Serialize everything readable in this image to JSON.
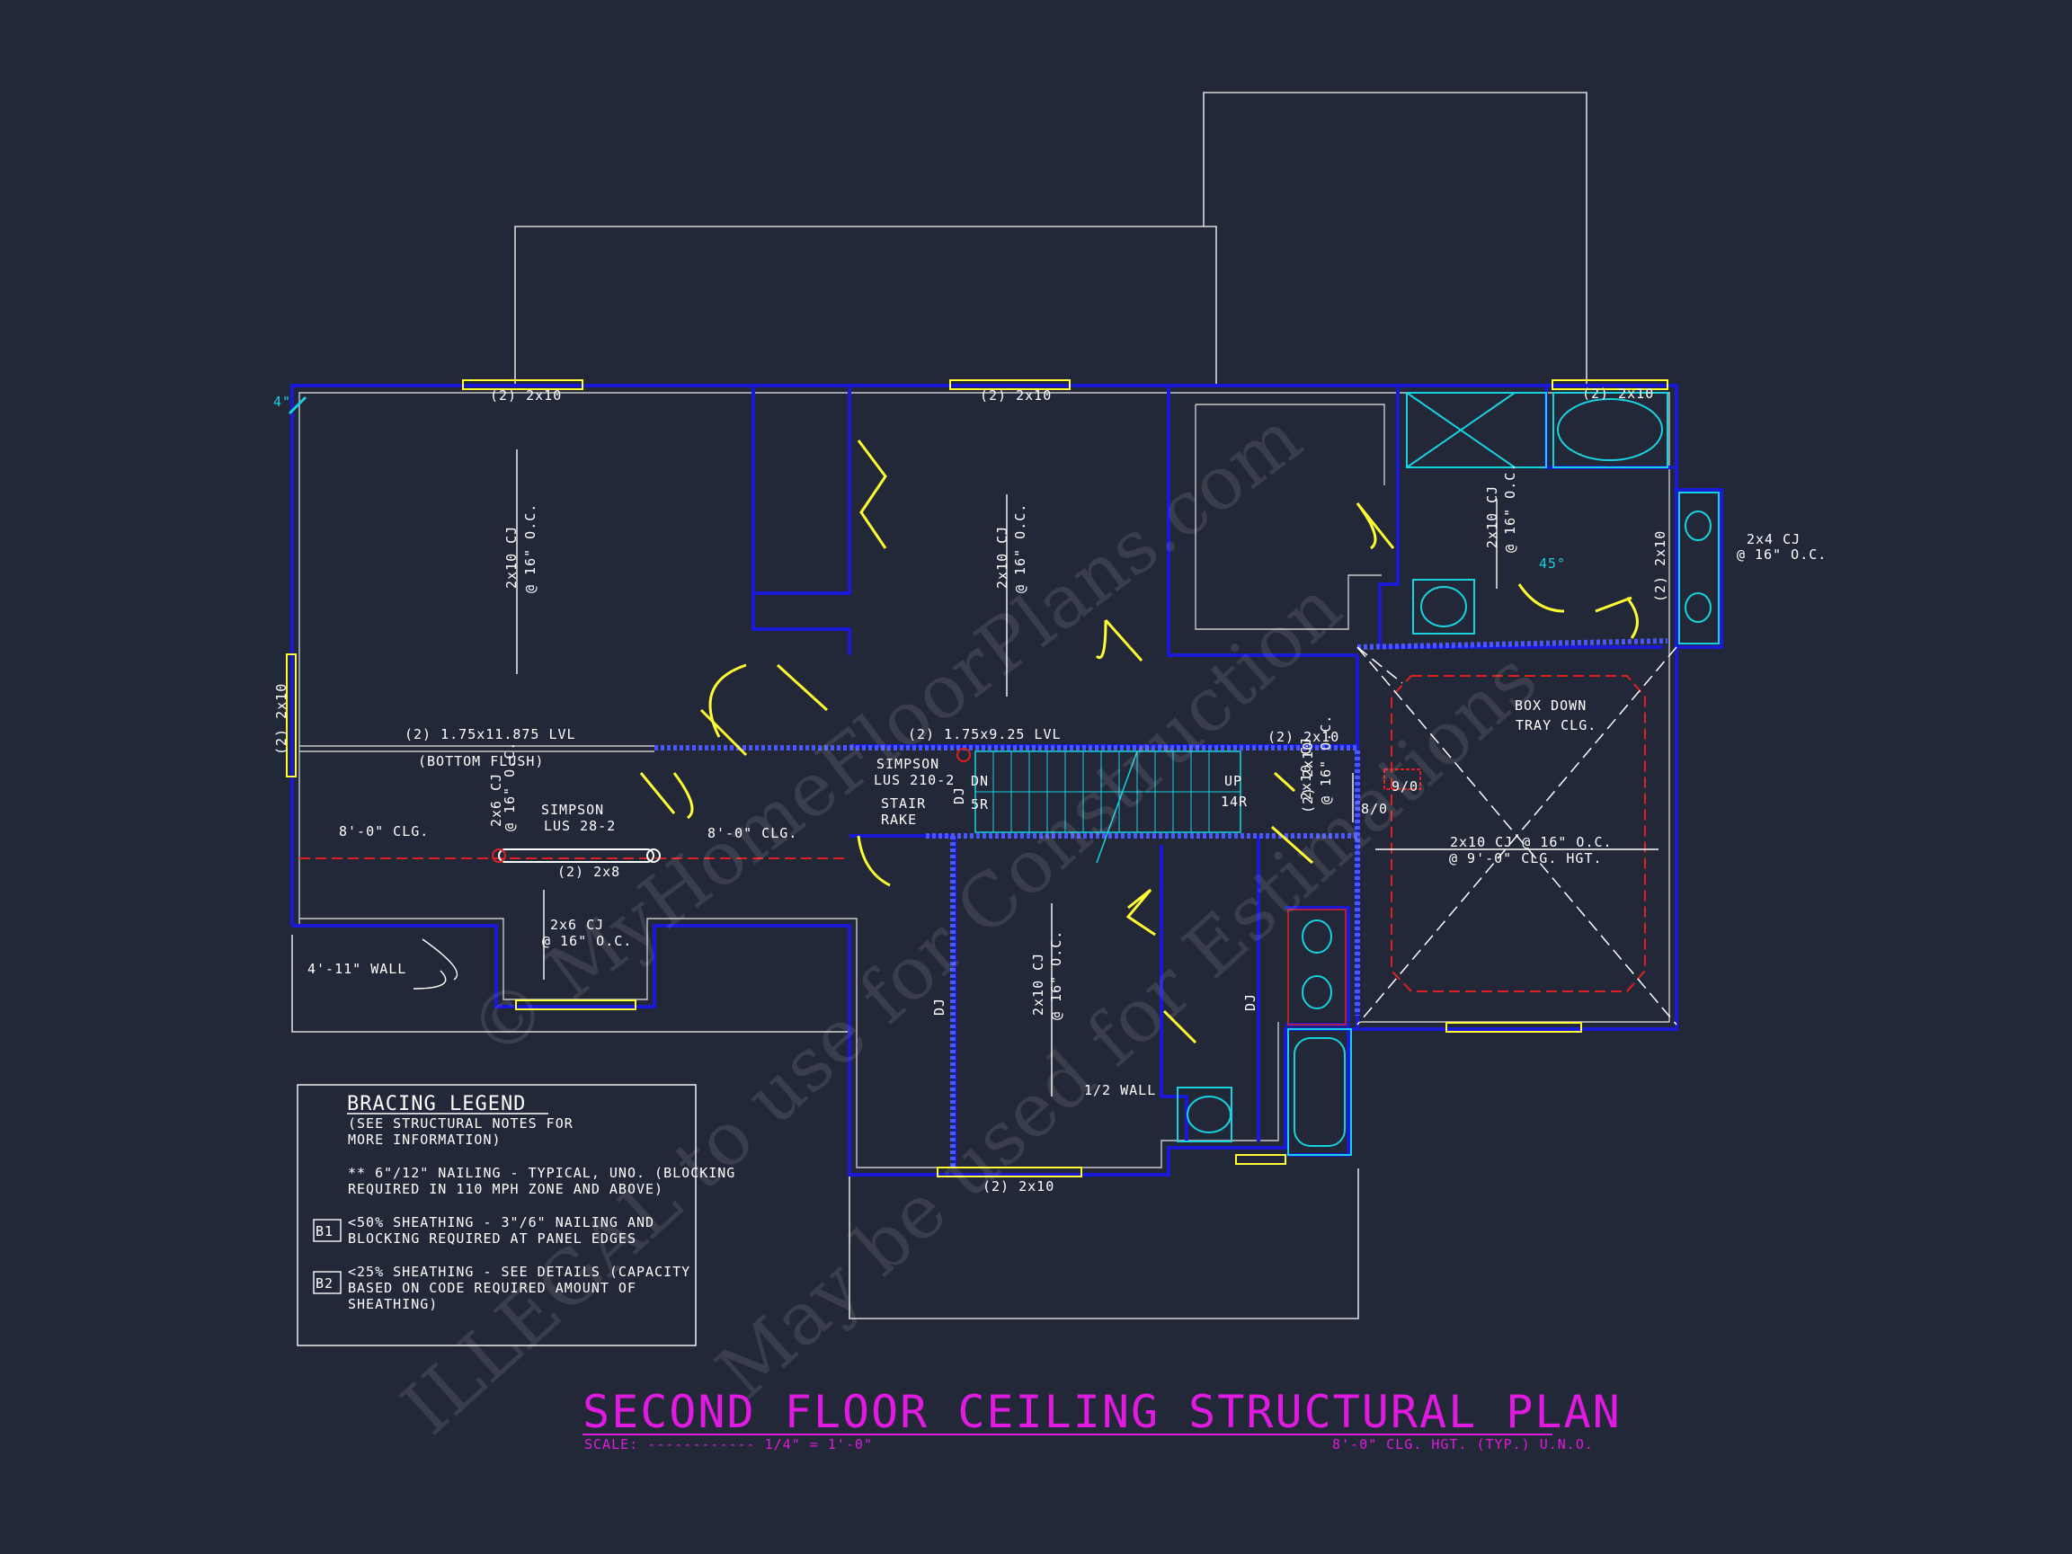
{
  "plan": {
    "title": "SECOND FLOOR CEILING STRUCTURAL PLAN",
    "scale_label": "SCALE: ------------ 1/4\" = 1'-0\"",
    "ceiling_note": "8'-0\" CLG. HGT. (TYP.) U.N.O."
  },
  "labels": {
    "header_1": "(2) 2x10",
    "header_2": "(2) 2x10",
    "header_3": "(2) 2x10",
    "header_left": "(2) 2x10",
    "header_right": "(2) 2x10",
    "header_bottom": "(2) 2x10",
    "header_mid": "(2) 2x10",
    "header_stair": "(2) 2x10",
    "cj_left": "2x10 CJ",
    "cj_left_oc": "@ 16\" O.C.",
    "cj_mid": "2x10 CJ",
    "cj_mid_oc": "@ 16\" O.C.",
    "cj_bath": "2x10 CJ",
    "cj_bath_oc": "@ 16\" O.C.",
    "cj_closet": "2x10 CJ",
    "cj_closet_oc": "@ 16\" O.C.",
    "cj_lower": "2x10 CJ",
    "cj_lower_oc": "@ 16\" O.C.",
    "cj_2x4": "2x4 CJ",
    "cj_2x4_oc": "@ 16\" O.C.",
    "cj_2x6_v": "2x6 CJ",
    "cj_2x6_v_oc": "@ 16\" O.C.",
    "cj_2x6": "2x6 CJ",
    "cj_2x6_oc": "@ 16\" O.C.",
    "lvl_1": "(2) 1.75x11.875 LVL",
    "bottom_flush": "(BOTTOM FLUSH)",
    "lvl_2": "(2) 1.75x9.25 LVL",
    "simpson_1a": "SIMPSON",
    "simpson_1b": "LUS 28-2",
    "simpson_2a": "SIMPSON",
    "simpson_2b": "LUS 210-2",
    "beam_2x8": "(2) 2x8",
    "clg_left": "8'-0\" CLG.",
    "clg_mid": "8'-0\" CLG.",
    "wall_4_11": "4'-11\" WALL",
    "half_wall": "1/2 WALL",
    "stair_rake_1": "STAIR",
    "stair_rake_2": "RAKE",
    "dn": "DN",
    "five_r": "5R",
    "up": "UP",
    "fourteen_r": "14R",
    "box_down_1": "BOX DOWN",
    "box_down_2": "TRAY CLG.",
    "tray_cj": "2x10 CJ @ 16\" O.C.",
    "tray_hgt": "@ 9'-0\" CLG. HGT.",
    "nine_zero": "9/0",
    "eight_zero": "8/0",
    "dj_1": "DJ",
    "dj_2": "DJ",
    "dj_3": "DJ",
    "angle": "45°",
    "four_in": "4\""
  },
  "legend": {
    "title": "BRACING LEGEND",
    "sub_1": "(SEE STRUCTURAL NOTES FOR",
    "sub_2": "MORE INFORMATION)",
    "note_1": "** 6\"/12\" NAILING - TYPICAL, UNO. (BLOCKING",
    "note_2": "REQUIRED IN 110 MPH ZONE AND ABOVE)",
    "b1_tag": "B1",
    "b1_1": "<50% SHEATHING - 3\"/6\" NAILING AND",
    "b1_2": "BLOCKING REQUIRED AT PANEL EDGES",
    "b2_tag": "B2",
    "b2_1": "<25% SHEATHING - SEE DETAILS (CAPACITY",
    "b2_2": "BASED ON CODE REQUIRED AMOUNT OF",
    "b2_3": "SHEATHING)"
  },
  "watermark": {
    "line_1": "© MyHomeFloorPlans.com",
    "line_2": "ILLEGAL to use for Construction",
    "line_3": "May be used for Estimations"
  },
  "colors": {
    "background": "#232838",
    "walls": "#1a1ad6",
    "title": "#e01ae0",
    "doors": "#ffff33",
    "fixtures": "#19d2e0"
  }
}
